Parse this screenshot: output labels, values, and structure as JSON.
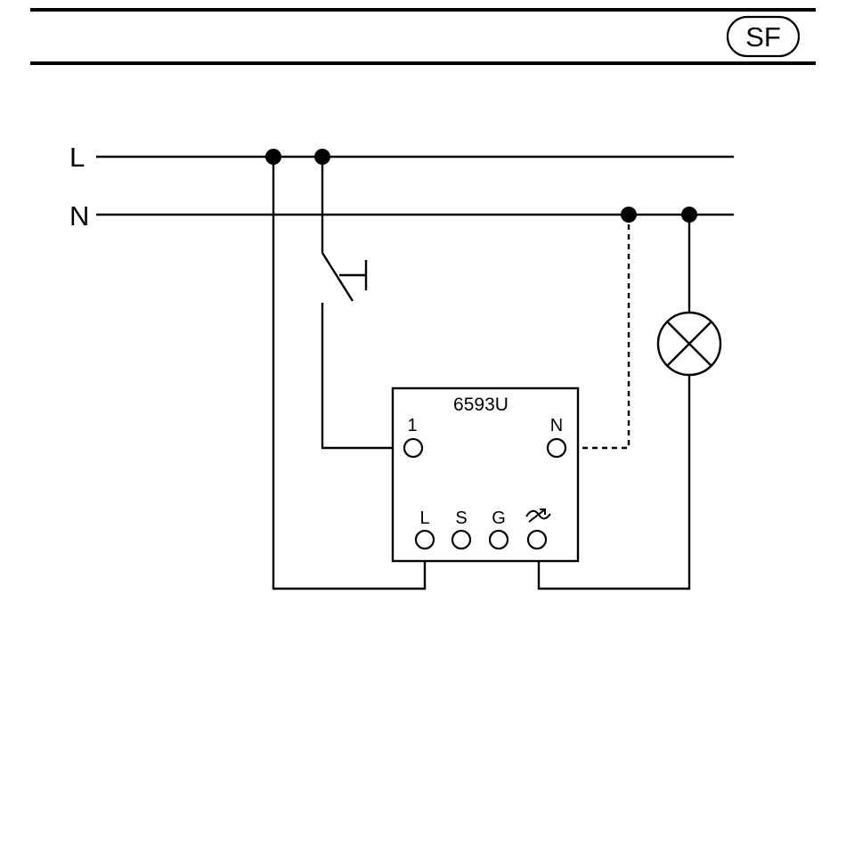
{
  "header": {
    "badge": "SF"
  },
  "lines": {
    "live": "L",
    "neutral": "N"
  },
  "module": {
    "model": "6593U",
    "terminal_1": "1",
    "terminal_n": "N",
    "terminal_l": "L",
    "terminal_s": "S",
    "terminal_g": "G",
    "terminal_dimmer_symbol": "dimmer-symbol-icon"
  }
}
